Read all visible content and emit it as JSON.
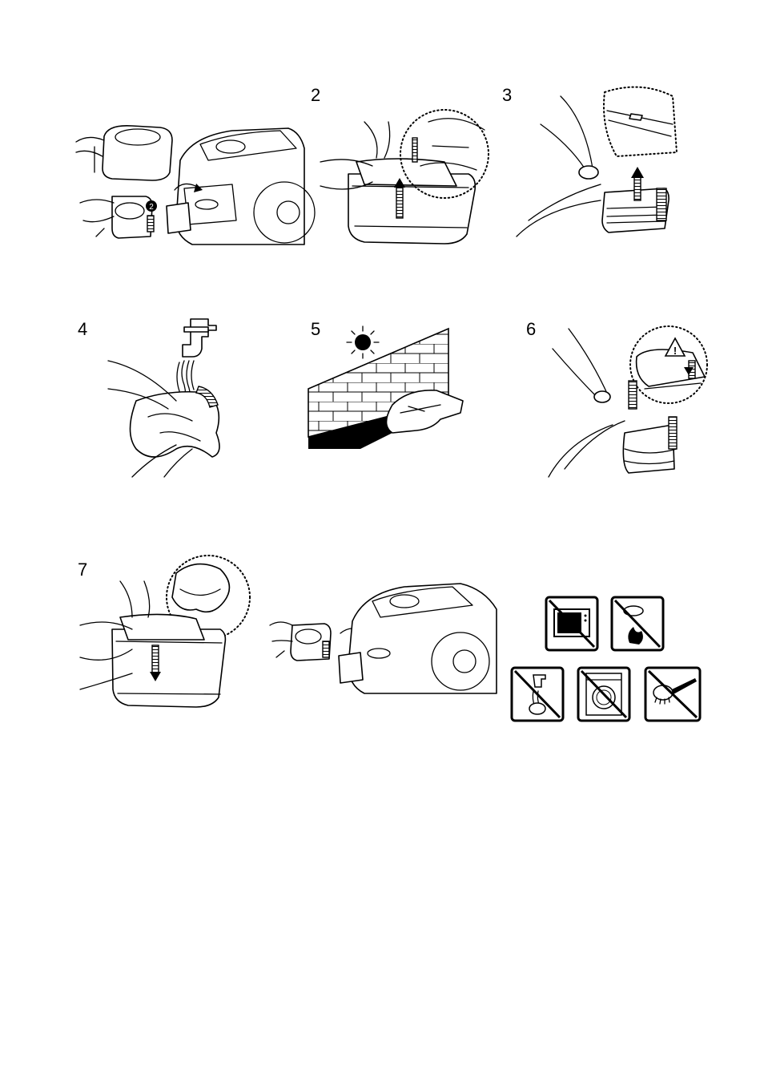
{
  "steps": [
    {
      "num": "",
      "id": "1"
    },
    {
      "num": "2",
      "id": "2"
    },
    {
      "num": "3",
      "id": "3"
    },
    {
      "num": "4",
      "id": "4"
    },
    {
      "num": "5",
      "id": "5"
    },
    {
      "num": "6",
      "id": "6"
    },
    {
      "num": "7",
      "id": "7"
    },
    {
      "num": "",
      "id": "8"
    }
  ],
  "badge_step1": "2",
  "warning_icon_label": "!",
  "prohibitions": [
    {
      "icon": "no-microwave-icon"
    },
    {
      "icon": "no-fire-icon"
    },
    {
      "icon": "no-tap-water-icon"
    },
    {
      "icon": "no-washing-machine-icon"
    },
    {
      "icon": "no-brush-icon"
    }
  ]
}
